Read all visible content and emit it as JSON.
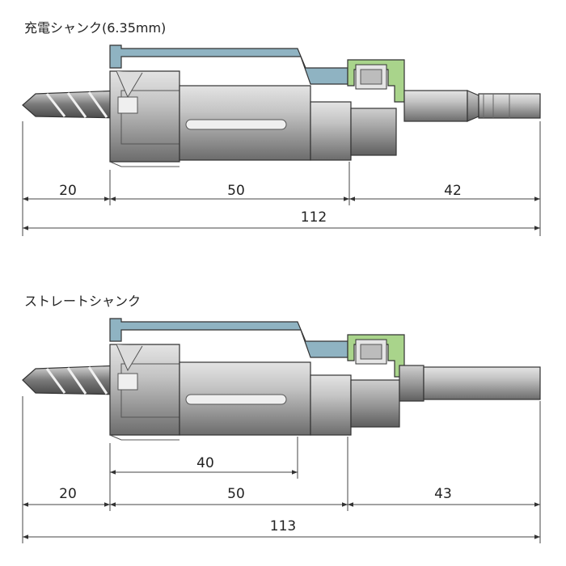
{
  "top": {
    "title": "充電シャンク(6.35mm)",
    "dims": {
      "drill": "20",
      "body": "50",
      "shank": "42",
      "total": "112"
    }
  },
  "bottom": {
    "title": "ストレートシャンク",
    "dims": {
      "inner": "40",
      "drill": "20",
      "body": "50",
      "shank": "43",
      "total": "113"
    }
  },
  "colors": {
    "blue_part": "#8fb3c2",
    "green_part": "#a9d48b",
    "steel": "#a9a9a9"
  }
}
